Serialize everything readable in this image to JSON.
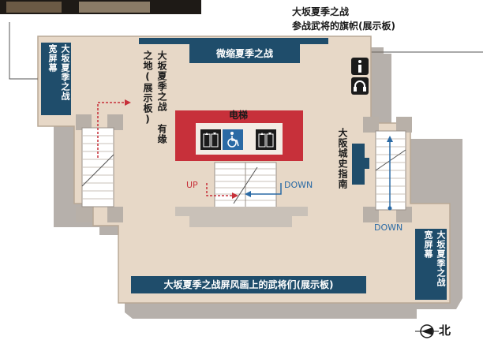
{
  "labels": {
    "top_right_line1": "大坂夏季之战",
    "top_right_line2": "参战武将的旗帜(展示板)",
    "diorama_banner": "微缩夏季之战",
    "left_widescreen": "大坂夏季之战 宽屏幕",
    "left_vertical_board": "大坂夏季之战 有缘之地(展示板)",
    "elevator": "电梯",
    "castle_guide": "大阪城史指南",
    "right_widescreen": "大坂夏季之战 宽屏幕",
    "bottom_banner": "大坂夏季之战屏风画上的武将们(展示板)",
    "up": "UP",
    "down_center": "DOWN",
    "down_right": "DOWN",
    "north": "北"
  },
  "icons": [
    "info-icon",
    "audio-guide-icon",
    "elevator-icon",
    "wheelchair-icon",
    "north-arrow-icon"
  ],
  "colors": {
    "floor": "#e7d8c7",
    "banner": "#1f4d6b",
    "wall": "#cfc6bc",
    "red": "#c7303a",
    "blue": "#2a6aa5"
  }
}
